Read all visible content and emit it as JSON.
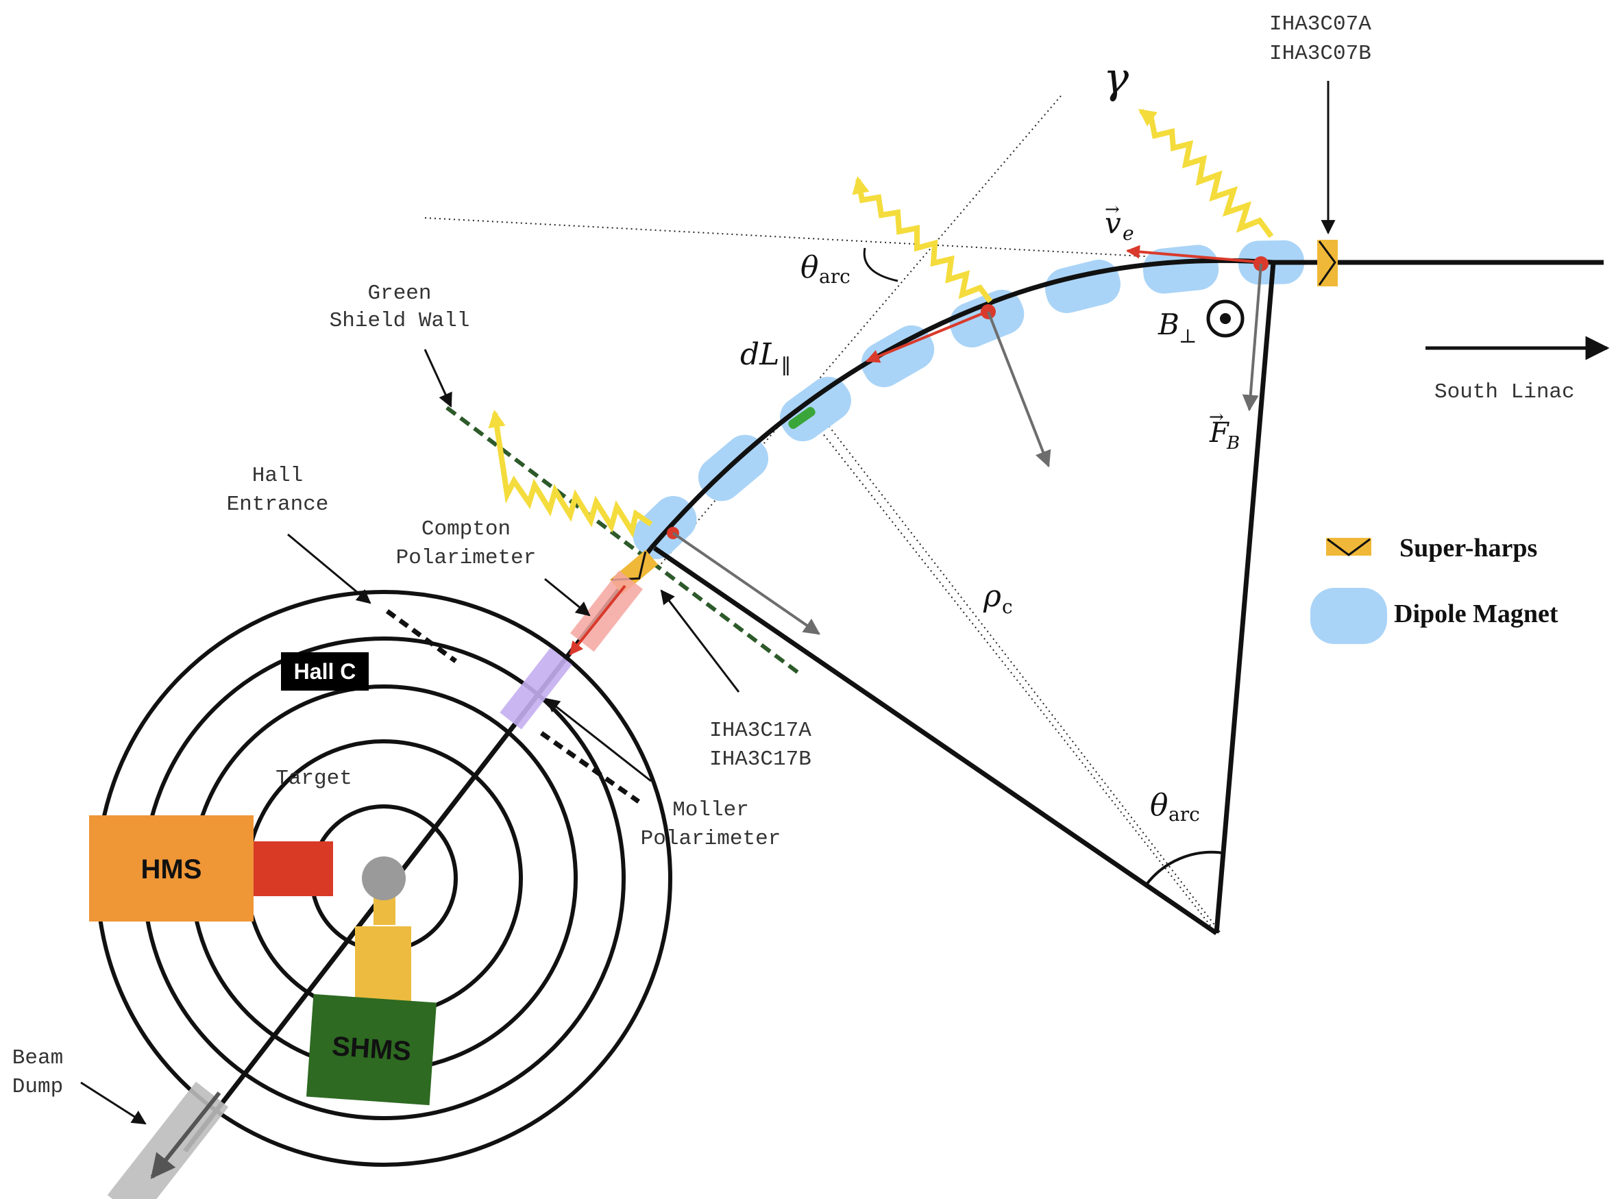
{
  "labels": {
    "superharp_top": [
      "IHA3C07A",
      "IHA3C07B"
    ],
    "superharp_bottom": [
      "IHA3C17A",
      "IHA3C17B"
    ],
    "south_linac": "South Linac",
    "green_shield_wall": [
      "Green",
      "Shield Wall"
    ],
    "hall_entrance": [
      "Hall",
      "Entrance"
    ],
    "compton_polarimeter": [
      "Compton",
      "Polarimeter"
    ],
    "moller_polarimeter": [
      "Moller",
      "Polarimeter"
    ],
    "target": "Target",
    "beam_dump": [
      "Beam",
      "Dump"
    ],
    "hall_c": "Hall C",
    "hms": "HMS",
    "shms": "SHMS"
  },
  "symbols": {
    "gamma": "γ",
    "theta": "θ",
    "arc_sub": "arc",
    "ve_main": "v",
    "ve_sub": "e",
    "vector_arrow": "→",
    "b_main": "B",
    "b_sub": "⊥",
    "f_main": "F",
    "f_sub": "B",
    "dl_main": "dL",
    "dl_sub": "∥",
    "rho_main": "ρ",
    "rho_sub": "c"
  },
  "legend": {
    "superharps": "Super-harps",
    "dipole": "Dipole Magnet"
  },
  "colors": {
    "dipole": "#aad4f7",
    "superharp": "#f0b838",
    "photon": "#f4dc3c",
    "velocity": "#d93a2b",
    "force": "#6d6d6d",
    "shield": "#2d5a2a",
    "hms": "#ef9637",
    "hms_arm": "#d83a26",
    "shms": "#2e6a22",
    "shms_arm": "#ecbb40",
    "moller": "#c4aef0",
    "compton": "#f4a6a0",
    "target": "#9a9a9a",
    "dump": "#bdbdbd"
  }
}
